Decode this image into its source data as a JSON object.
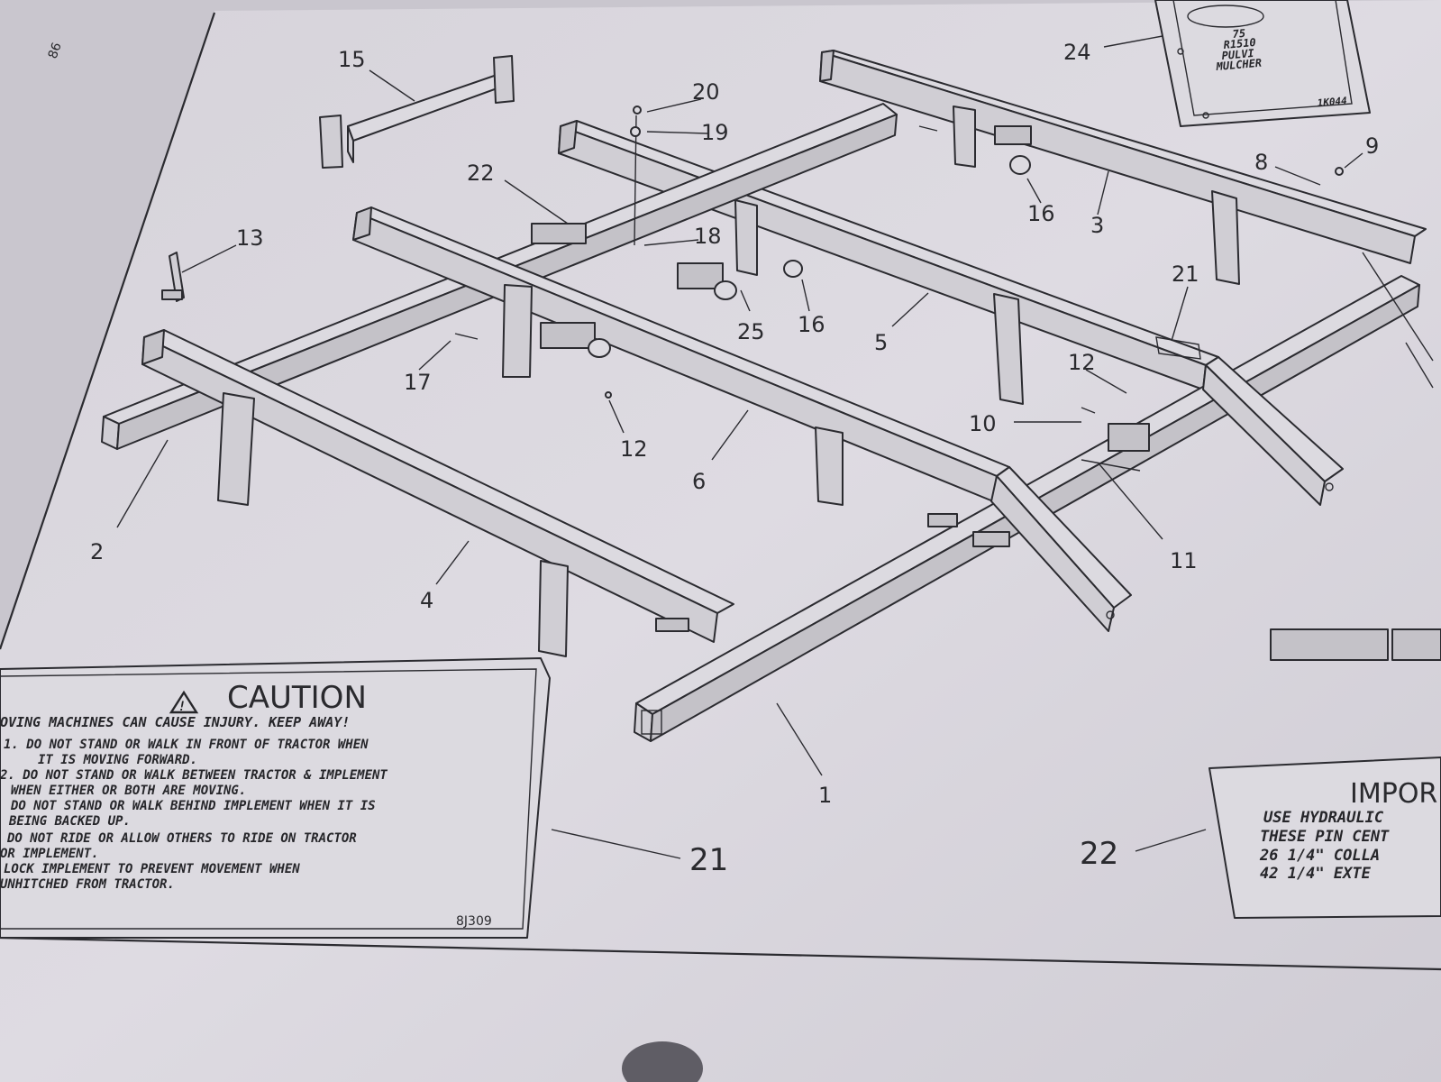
{
  "page": {
    "corner_mark": "86"
  },
  "callouts": [
    {
      "id": "c15",
      "text": "15"
    },
    {
      "id": "c20",
      "text": "20"
    },
    {
      "id": "c19",
      "text": "19"
    },
    {
      "id": "c22a",
      "text": "22"
    },
    {
      "id": "c13",
      "text": "13"
    },
    {
      "id": "c18",
      "text": "18"
    },
    {
      "id": "c25",
      "text": "25"
    },
    {
      "id": "c16a",
      "text": "16"
    },
    {
      "id": "c16b",
      "text": "16"
    },
    {
      "id": "c3",
      "text": "3"
    },
    {
      "id": "c8",
      "text": "8"
    },
    {
      "id": "c9",
      "text": "9"
    },
    {
      "id": "c24",
      "text": "24"
    },
    {
      "id": "c21a",
      "text": "21"
    },
    {
      "id": "c5",
      "text": "5"
    },
    {
      "id": "c17",
      "text": "17"
    },
    {
      "id": "c12a",
      "text": "12"
    },
    {
      "id": "c12b",
      "text": "12"
    },
    {
      "id": "c10",
      "text": "10"
    },
    {
      "id": "c6",
      "text": "6"
    },
    {
      "id": "c2",
      "text": "2"
    },
    {
      "id": "c4",
      "text": "4"
    },
    {
      "id": "c11",
      "text": "11"
    },
    {
      "id": "c1",
      "text": "1"
    },
    {
      "id": "c21b",
      "text": "21"
    },
    {
      "id": "c22b",
      "text": "22"
    }
  ],
  "caution_decal": {
    "heading": "CAUTION",
    "line1": "OVING MACHINES CAN CAUSE INJURY. KEEP AWAY!",
    "line2": "1. DO NOT STAND OR WALK IN FRONT OF TRACTOR WHEN",
    "line3": "IT IS MOVING FORWARD.",
    "line4": "2. DO NOT STAND OR WALK BETWEEN TRACTOR & IMPLEMENT",
    "line5": "WHEN EITHER OR BOTH ARE MOVING.",
    "line6": "DO NOT STAND OR WALK BEHIND IMPLEMENT WHEN IT IS",
    "line7": "BEING BACKED UP.",
    "line8": "DO NOT RIDE OR ALLOW OTHERS TO RIDE ON TRACTOR",
    "line9": "OR IMPLEMENT.",
    "line10": "LOCK IMPLEMENT TO PREVENT MOVEMENT WHEN",
    "line11": "UNHITCHED FROM TRACTOR.",
    "code": "8J309"
  },
  "important_decal": {
    "heading": "IMPOR",
    "line1": "USE HYDRAULIC",
    "line2": "THESE PIN CENT",
    "line3": "26 1/4\" COLLA",
    "line4": "42 1/4\" EXTE"
  },
  "model_decal": {
    "line1": "75",
    "line2": "R1510",
    "line3": "PULVI",
    "line4": "MULCHER",
    "code": "1K044"
  }
}
